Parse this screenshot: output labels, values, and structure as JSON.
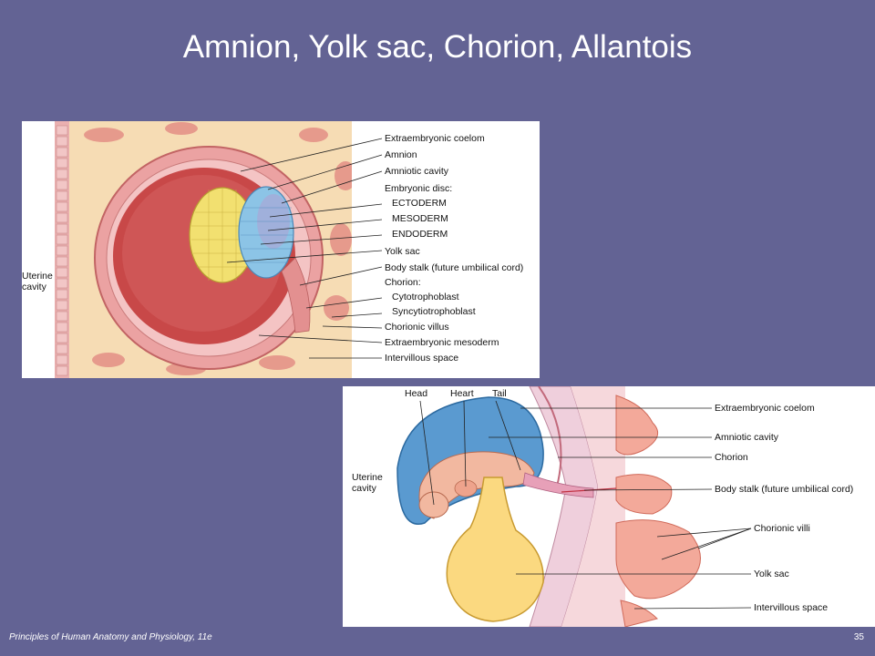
{
  "slide": {
    "title": "Amnion, Yolk sac, Chorion, Allantois",
    "footer_left": "Principles of Human Anatomy and Physiology, 11e",
    "page_number": "35"
  },
  "figure1": {
    "side_label": [
      "Uterine",
      "cavity"
    ],
    "labels": [
      "Extraembryonic coelom",
      "Amnion",
      "Amniotic cavity",
      "Embryonic disc:",
      "ECTODERM",
      "MESODERM",
      "ENDODERM",
      "Yolk sac",
      "Body stalk (future umbilical cord)",
      "Chorion:",
      "Cytotrophoblast",
      "Syncytiotrophoblast",
      "Chorionic villus",
      "Extraembryonic mesoderm",
      "Intervillous space"
    ]
  },
  "figure2": {
    "top_labels": [
      "Head",
      "Heart",
      "Tail"
    ],
    "side_label": [
      "Uterine",
      "cavity"
    ],
    "labels": [
      "Extraembryonic coelom",
      "Amniotic cavity",
      "Chorion",
      "Body stalk (future umbilical cord)",
      "Chorionic villi",
      "Yolk sac",
      "Intervillous space"
    ]
  },
  "colors": {
    "background": "#636394",
    "panel": "#ffffff",
    "tissue_pink": "#e8a0a0",
    "cavity_red": "#c84848",
    "yolk_yellow": "#f2e070",
    "ectoderm_blue": "#8cc4e6",
    "stroma_tan": "#f6dcb4",
    "yolk_sac_2": "#fbd980",
    "amnion_blue": "#5a9ad0"
  }
}
